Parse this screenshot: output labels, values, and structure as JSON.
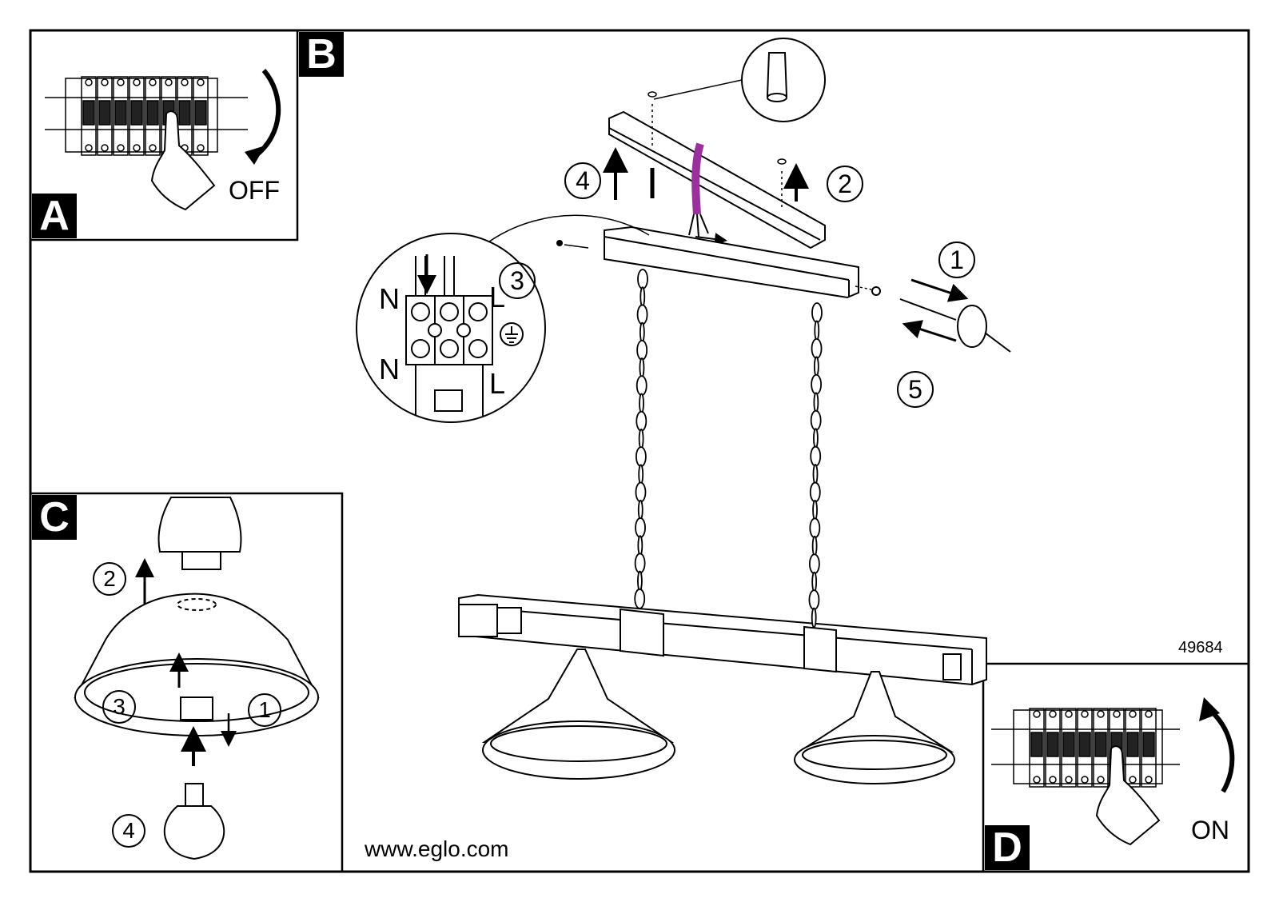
{
  "panels": {
    "a": {
      "badge": "A",
      "switch_label": "OFF"
    },
    "b": {
      "badge": "B"
    },
    "c": {
      "badge": "C",
      "steps": [
        "2",
        "3",
        "1",
        "4"
      ]
    },
    "d": {
      "badge": "D",
      "switch_label": "ON",
      "product_code": "49684"
    }
  },
  "main": {
    "steps": [
      "4",
      "2",
      "3",
      "1",
      "5"
    ],
    "terminal_labels": [
      "N",
      "L",
      "N",
      "L"
    ]
  },
  "footer": {
    "website": "www.eglo.com"
  },
  "icons": [
    "circuit-breaker-icon",
    "hand-icon",
    "wall-plug-icon",
    "screw-icon",
    "screwdriver-icon",
    "earth-ground-icon",
    "lamp-shade-icon",
    "light-bulb-icon",
    "chain-icon"
  ],
  "colors": {
    "line": "#000000",
    "cable": "#9b2f9e",
    "background": "#ffffff"
  }
}
